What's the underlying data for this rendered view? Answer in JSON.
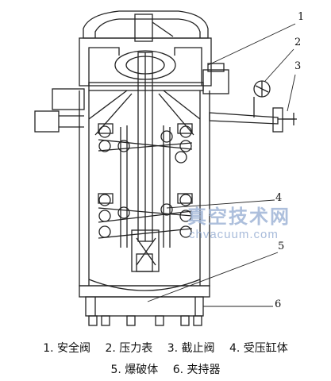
{
  "callouts": [
    "1",
    "2",
    "3",
    "4",
    "5",
    "6"
  ],
  "watermark": {
    "cn": "真空技术网",
    "en": "chvacuum.com"
  },
  "legend": {
    "row1": [
      "1. 安全阀",
      "2. 压力表",
      "3. 截止阀",
      "4. 受压缸体"
    ],
    "row2": [
      "5. 爆破体",
      "6. 夹持器"
    ]
  },
  "colors": {
    "line": "#222222",
    "watermark": "#9fb4d6"
  }
}
